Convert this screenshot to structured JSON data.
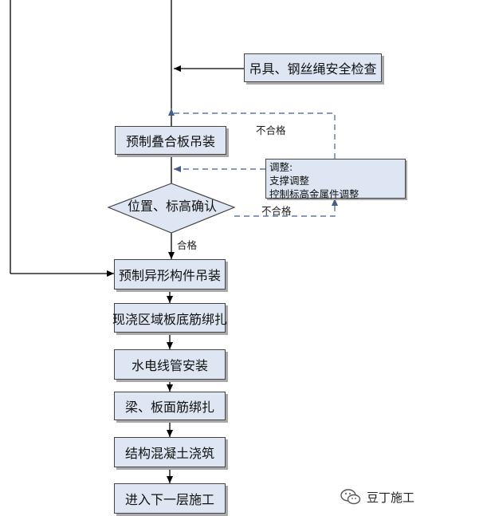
{
  "flowchart": {
    "steps": {
      "rigging_check": "吊具、钢丝绳安全检查",
      "precast_slab_hoisting": "预制叠合板吊装",
      "position_elevation_check": "位置、标高确认",
      "special_member_hoisting": "预制异形构件吊装",
      "cast_in_place_rebar": "现浇区域板底筋绑扎",
      "plumbing_electrical_conduit": "水电线管安装",
      "beam_slab_rebar": "梁、板面筋绑扎",
      "structural_concrete": "结构混凝土浇筑",
      "next_floor": "进入下一层施工"
    },
    "adjustment_note": {
      "title": "调整:",
      "line1": "支撑调整",
      "line2": "控制标高金属件调整"
    },
    "labels": {
      "fail_upper": "不合格",
      "fail_lower": "不合格",
      "pass": "合格"
    }
  },
  "watermark": {
    "text": "豆丁施工"
  },
  "colors": {
    "box_fill": "#dde6f2",
    "box_border": "#454545",
    "line": "#000000",
    "feedback_line": "#5b7ba3"
  }
}
